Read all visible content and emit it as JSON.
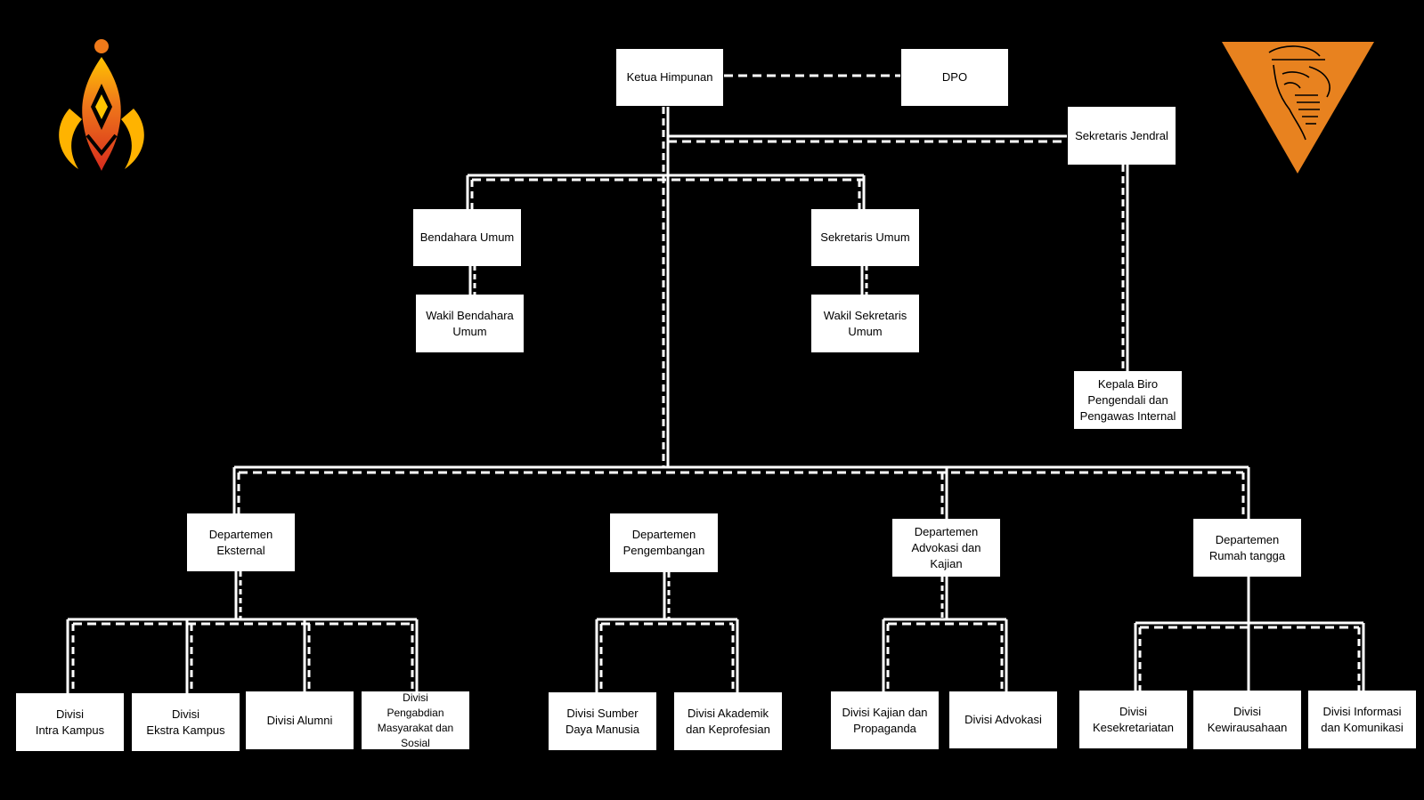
{
  "org": {
    "ketua": "Ketua Himpunan",
    "dpo": "DPO",
    "sekjen": "Sekretaris Jendral",
    "bendahara": "Bendahara Umum",
    "wakil_bendahara": "Wakil Bendahara\nUmum",
    "sekum": "Sekretaris Umum",
    "wakil_sekum": "Wakil Sekretaris\nUmum",
    "kepala_biro": "Kepala Biro\nPengendali dan\nPengawas Internal",
    "departments": [
      {
        "name": "Departemen\nEksternal",
        "divisions": [
          "Divisi\nIntra Kampus",
          "Divisi\nEkstra Kampus",
          "Divisi Alumni",
          "Divisi\nPengabdian\nMasyarakat dan\nSosial"
        ]
      },
      {
        "name": "Departemen\nPengembangan",
        "divisions": [
          "Divisi Sumber\nDaya Manusia",
          "Divisi Akademik\ndan Keprofesian"
        ]
      },
      {
        "name": "Departemen\nAdvokasi dan\nKajian",
        "divisions": [
          "Divisi Kajian dan\nPropaganda",
          "Divisi Advokasi"
        ]
      },
      {
        "name": "Departemen\nRumah tangga",
        "divisions": [
          "Divisi\nKesekretariatan",
          "Divisi\nKewirausahaan",
          "Divisi Informasi\ndan Komunikasi"
        ]
      }
    ]
  },
  "colors": {
    "background": "#000000",
    "box": "#ffffff",
    "line": "#ffffff",
    "logo_orange": "#e8821f",
    "flame_yellow": "#ffc400",
    "flame_red": "#d62b1e"
  },
  "icons": {
    "left_logo": "flame-logo",
    "right_logo": "triangle-emblem-logo"
  }
}
